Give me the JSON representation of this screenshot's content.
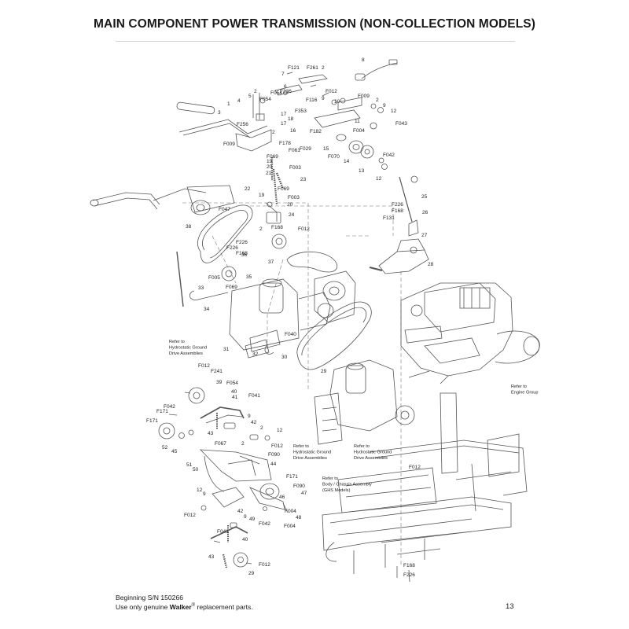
{
  "title": "MAIN COMPONENT POWER TRANSMISSION (NON-COLLECTION MODELS)",
  "footer": {
    "serial_line": "Beginning S/N 150266",
    "use_prefix": "Use only genuine ",
    "brand": "Walker",
    "reg_mark": "®",
    "use_suffix": " replacement parts."
  },
  "page_number": "13",
  "callouts": [
    {
      "id": "c1",
      "text": "8"
    },
    {
      "id": "c2",
      "text": "7"
    },
    {
      "id": "c3",
      "text": "F121"
    },
    {
      "id": "c4",
      "text": "F261"
    },
    {
      "id": "c5",
      "text": "2"
    },
    {
      "id": "c6",
      "text": "6"
    },
    {
      "id": "c7",
      "text": "F336"
    },
    {
      "id": "c8",
      "text": "F054"
    },
    {
      "id": "c9",
      "text": "F054"
    },
    {
      "id": "c10",
      "text": "5"
    },
    {
      "id": "c11",
      "text": "2"
    },
    {
      "id": "c12",
      "text": "4"
    },
    {
      "id": "c13",
      "text": "1"
    },
    {
      "id": "c14",
      "text": "3"
    },
    {
      "id": "c15",
      "text": "F116"
    },
    {
      "id": "c16",
      "text": "F012"
    },
    {
      "id": "c17",
      "text": "9"
    },
    {
      "id": "c18",
      "text": "10"
    },
    {
      "id": "c19",
      "text": "F009"
    },
    {
      "id": "c20",
      "text": "2"
    },
    {
      "id": "c21",
      "text": "9"
    },
    {
      "id": "c22",
      "text": "12"
    },
    {
      "id": "c23",
      "text": "F353"
    },
    {
      "id": "c24",
      "text": "17"
    },
    {
      "id": "c25",
      "text": "18"
    },
    {
      "id": "c26",
      "text": "17"
    },
    {
      "id": "c27",
      "text": "F256"
    },
    {
      "id": "c28",
      "text": "2"
    },
    {
      "id": "c29",
      "text": "F182"
    },
    {
      "id": "c30",
      "text": "11"
    },
    {
      "id": "c31",
      "text": "F043"
    },
    {
      "id": "c32",
      "text": "F004"
    },
    {
      "id": "c33",
      "text": "16"
    },
    {
      "id": "c34",
      "text": "F178"
    },
    {
      "id": "c35",
      "text": "F061"
    },
    {
      "id": "c36",
      "text": "F029"
    },
    {
      "id": "c37",
      "text": "F009"
    },
    {
      "id": "c38",
      "text": "15"
    },
    {
      "id": "c39",
      "text": "F070"
    },
    {
      "id": "c40",
      "text": "14"
    },
    {
      "id": "c41",
      "text": "13"
    },
    {
      "id": "c42",
      "text": "F042"
    },
    {
      "id": "c43",
      "text": "12"
    },
    {
      "id": "c44",
      "text": "19"
    },
    {
      "id": "c45",
      "text": "F069"
    },
    {
      "id": "c46",
      "text": "20"
    },
    {
      "id": "c47",
      "text": "F003"
    },
    {
      "id": "c48",
      "text": "21"
    },
    {
      "id": "c49",
      "text": "23"
    },
    {
      "id": "c50",
      "text": "F069"
    },
    {
      "id": "c51",
      "text": "22"
    },
    {
      "id": "c52",
      "text": "19"
    },
    {
      "id": "c53",
      "text": "F003"
    },
    {
      "id": "c54",
      "text": "20"
    },
    {
      "id": "c55",
      "text": "24"
    },
    {
      "id": "c56",
      "text": "F047"
    },
    {
      "id": "c57",
      "text": "25"
    },
    {
      "id": "c58",
      "text": "F226"
    },
    {
      "id": "c59",
      "text": "F168"
    },
    {
      "id": "c60",
      "text": "26"
    },
    {
      "id": "c61",
      "text": "F131"
    },
    {
      "id": "c62",
      "text": "2"
    },
    {
      "id": "c63",
      "text": "F012"
    },
    {
      "id": "c64",
      "text": "F168"
    },
    {
      "id": "c65",
      "text": "38"
    },
    {
      "id": "c66",
      "text": "27"
    },
    {
      "id": "c67",
      "text": "F226"
    },
    {
      "id": "c68",
      "text": "F226"
    },
    {
      "id": "c69",
      "text": "F168"
    },
    {
      "id": "c70",
      "text": "36"
    },
    {
      "id": "c71",
      "text": "37"
    },
    {
      "id": "c72",
      "text": "28"
    },
    {
      "id": "c73",
      "text": "F005"
    },
    {
      "id": "c74",
      "text": "35"
    },
    {
      "id": "c75",
      "text": "F069"
    },
    {
      "id": "c76",
      "text": "33"
    },
    {
      "id": "c77",
      "text": "34"
    },
    {
      "id": "c78",
      "text": "F040"
    },
    {
      "id": "c79",
      "text": "31"
    },
    {
      "id": "c80",
      "text": "32"
    },
    {
      "id": "c81",
      "text": "30"
    },
    {
      "id": "c82",
      "text": "29"
    },
    {
      "id": "c83",
      "text": "F012"
    },
    {
      "id": "c84",
      "text": "F241"
    },
    {
      "id": "c85",
      "text": "39"
    },
    {
      "id": "c86",
      "text": "F054"
    },
    {
      "id": "c87",
      "text": "40"
    },
    {
      "id": "c88",
      "text": "F041"
    },
    {
      "id": "c89",
      "text": "41"
    },
    {
      "id": "c90",
      "text": "F042"
    },
    {
      "id": "c91",
      "text": "F171"
    },
    {
      "id": "c92",
      "text": "9"
    },
    {
      "id": "c93",
      "text": "F171"
    },
    {
      "id": "c94",
      "text": "42"
    },
    {
      "id": "c95",
      "text": "12"
    },
    {
      "id": "c96",
      "text": "43"
    },
    {
      "id": "c97",
      "text": "2"
    },
    {
      "id": "c98",
      "text": "52"
    },
    {
      "id": "c99",
      "text": "45"
    },
    {
      "id": "c100",
      "text": "F067"
    },
    {
      "id": "c101",
      "text": "2"
    },
    {
      "id": "c102",
      "text": "F012"
    },
    {
      "id": "c103",
      "text": "F090"
    },
    {
      "id": "c104",
      "text": "44"
    },
    {
      "id": "c105",
      "text": "51"
    },
    {
      "id": "c106",
      "text": "50"
    },
    {
      "id": "c107",
      "text": "F171"
    },
    {
      "id": "c108",
      "text": "F090"
    },
    {
      "id": "c109",
      "text": "47"
    },
    {
      "id": "c110",
      "text": "12"
    },
    {
      "id": "c111",
      "text": "9"
    },
    {
      "id": "c112",
      "text": "46"
    },
    {
      "id": "c113",
      "text": "F012"
    },
    {
      "id": "c114",
      "text": "F004"
    },
    {
      "id": "c115",
      "text": "48"
    },
    {
      "id": "c116",
      "text": "42"
    },
    {
      "id": "c117",
      "text": "9"
    },
    {
      "id": "c118",
      "text": "49"
    },
    {
      "id": "c119",
      "text": "F042"
    },
    {
      "id": "c120",
      "text": "F004"
    },
    {
      "id": "c121",
      "text": "F041"
    },
    {
      "id": "c122",
      "text": "40"
    },
    {
      "id": "c123",
      "text": "43"
    },
    {
      "id": "c124",
      "text": "F012"
    },
    {
      "id": "c125",
      "text": "29"
    },
    {
      "id": "c126",
      "text": "F012"
    },
    {
      "id": "c127",
      "text": "F168"
    },
    {
      "id": "c128",
      "text": "F226"
    }
  ],
  "notes": {
    "hydro_ground_1": [
      "Refer to",
      "Hydrostatic Ground",
      "Drive Assemblies"
    ],
    "engine_group": [
      "Refer to",
      "Engine Group"
    ],
    "hydro_ground_2": [
      "Refer to",
      "Hydrostatic Ground",
      "Drive Assemblies"
    ],
    "hydro_ground_3": [
      "Refer to",
      "Hydrostatic Ground",
      "Drive Assemblies"
    ],
    "body_chassis": [
      "Refer to",
      "Body / Chassis Assembly",
      "(GHS Models)"
    ]
  }
}
